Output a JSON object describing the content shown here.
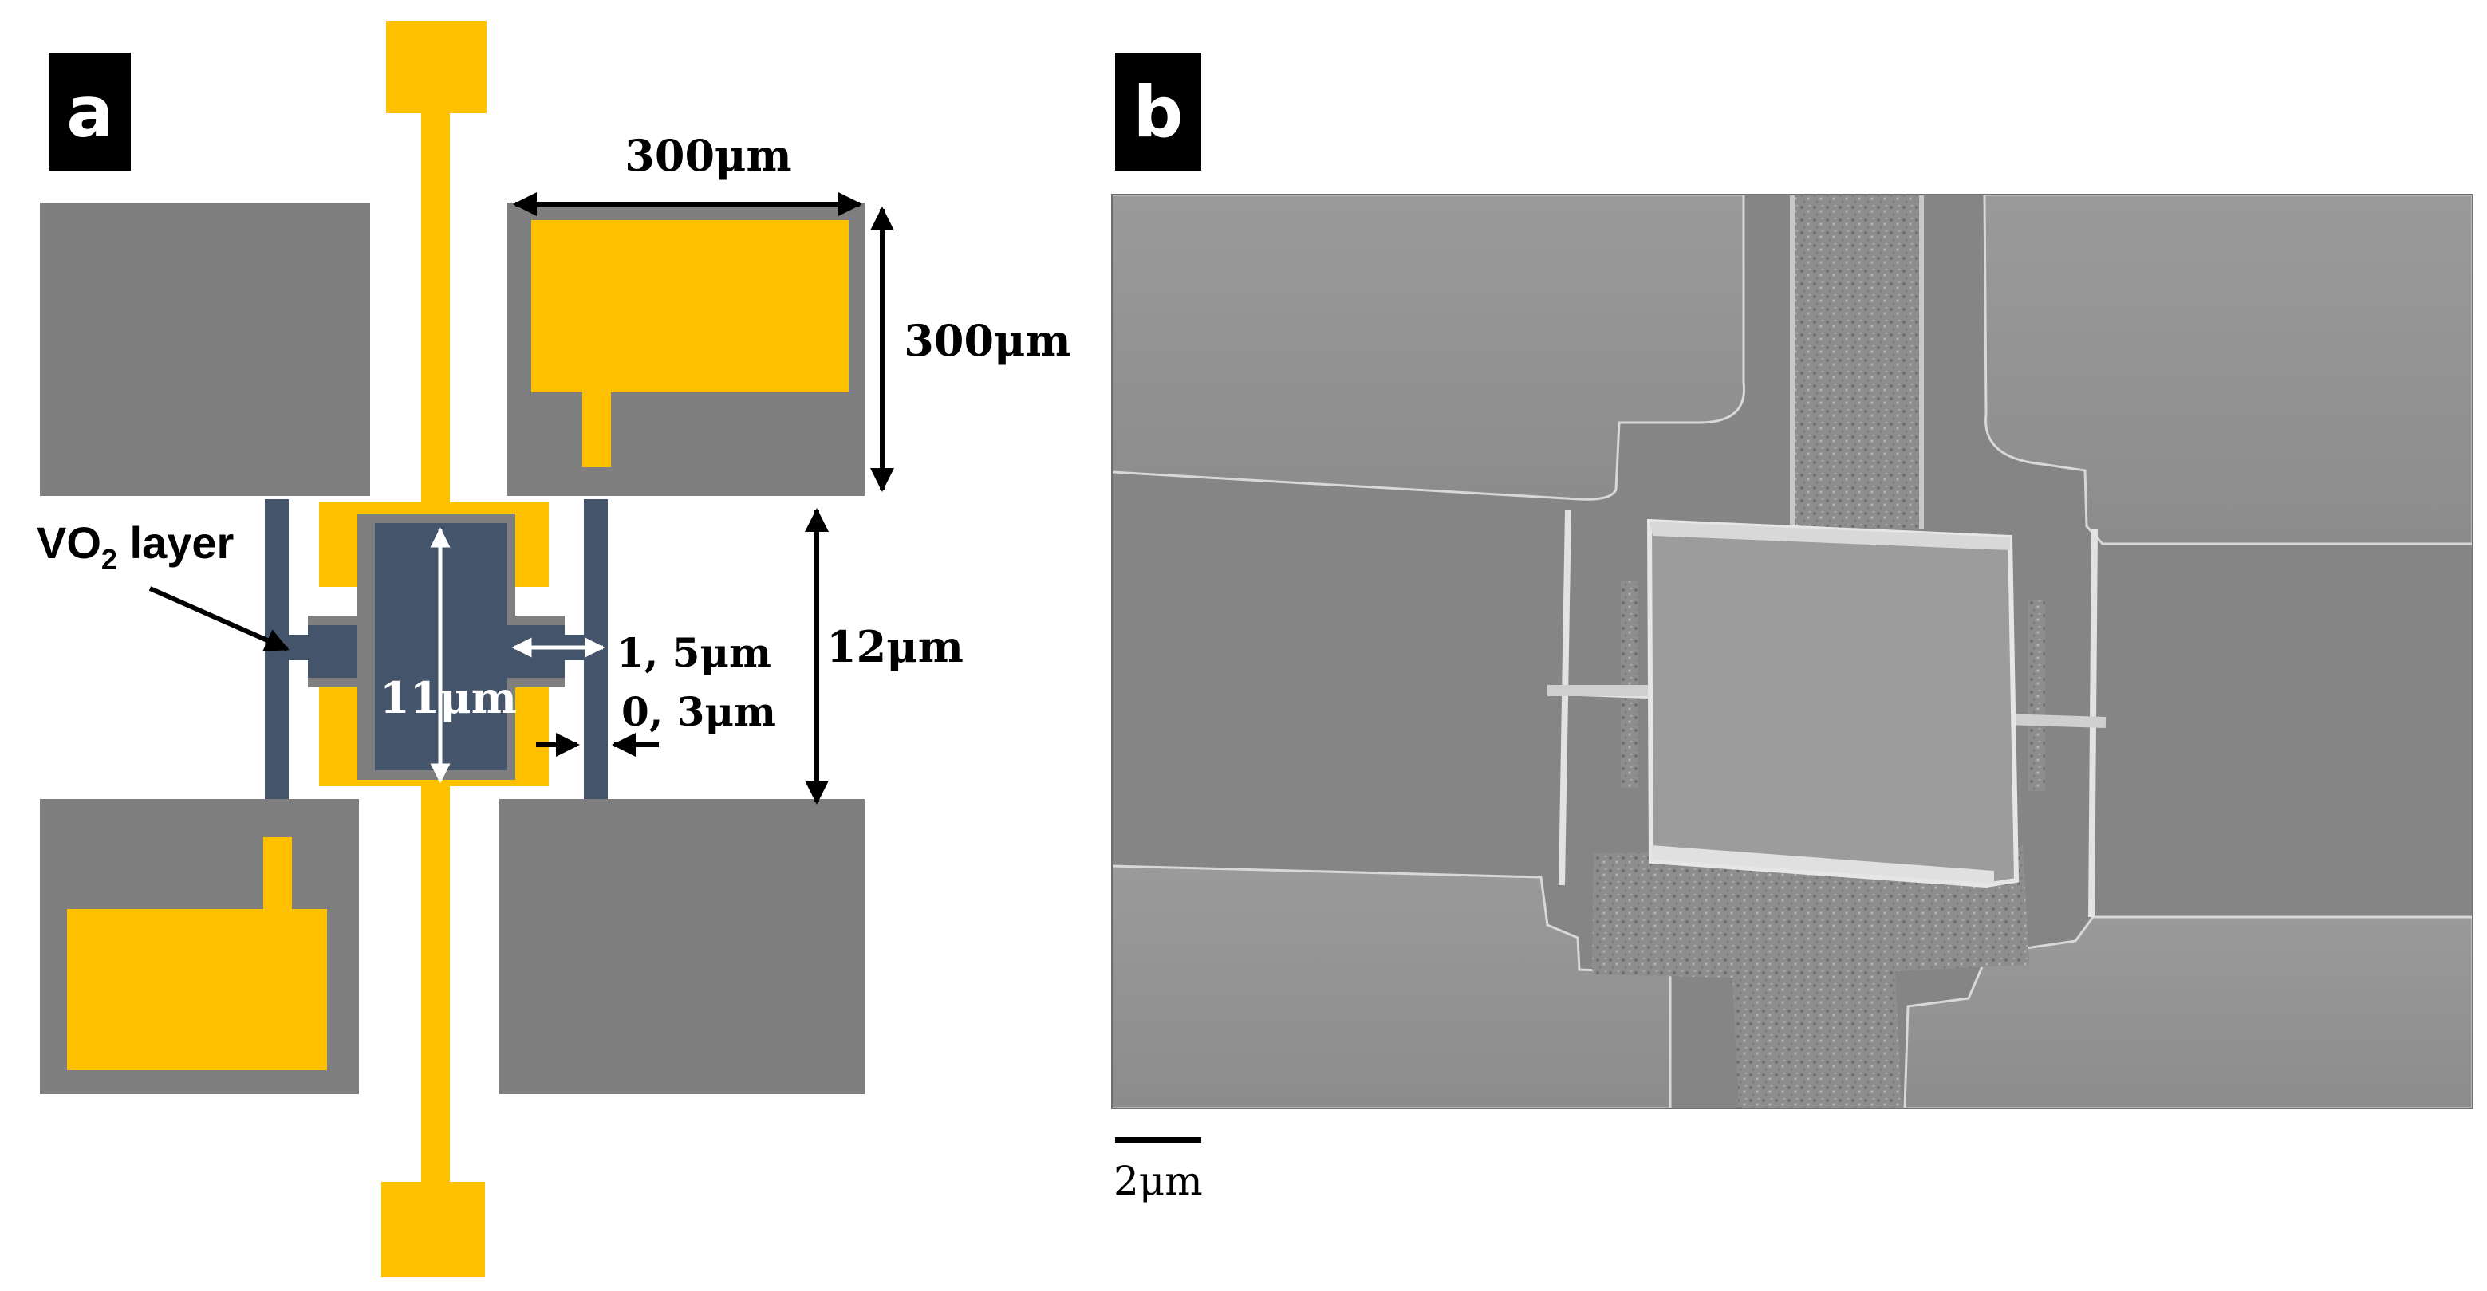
{
  "panel_a": {
    "label": "a",
    "layer_label": "VO",
    "layer_label_sub": "2",
    "layer_label_suffix": " layer",
    "dims": {
      "width_top": "300μm",
      "height_right": "300μm",
      "gap_vertical": "12μm",
      "bridge_length": "11μm",
      "beam_gap": "1, 5μm",
      "beam_width": "0, 3μm"
    }
  },
  "panel_b": {
    "label": "b",
    "scale_label": "2μm"
  },
  "colors": {
    "pad_gray": "#7f7f7f",
    "gold": "#ffc000",
    "vo2_dark": "#44546a",
    "sem_bg": "#8a8a8a"
  }
}
